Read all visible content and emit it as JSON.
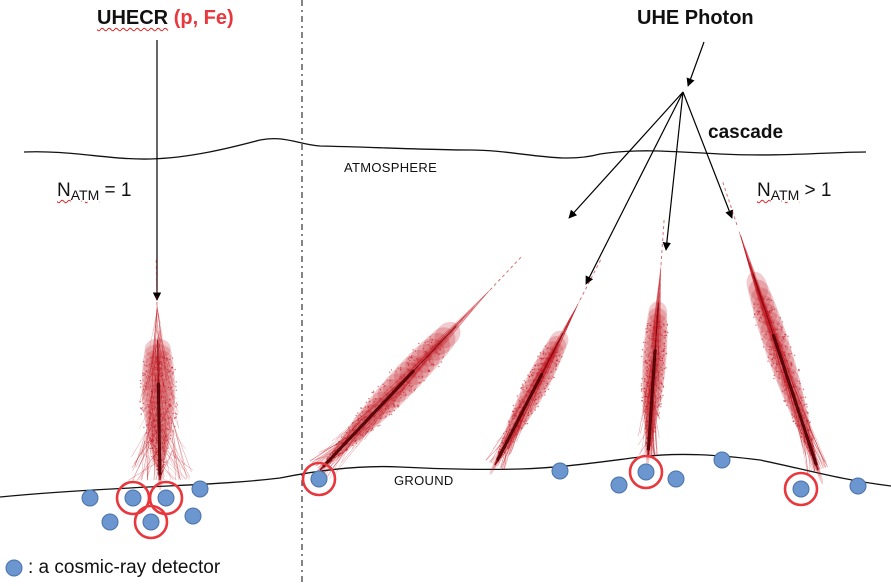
{
  "left_panel": {
    "title_main": "UHECR",
    "title_paren": "(p, Fe)",
    "natm_base": "N",
    "natm_sub": "ATM",
    "natm_rel": "= 1"
  },
  "right_panel": {
    "title": "UHE Photon",
    "cascade_label": "cascade",
    "natm_base": "N",
    "natm_sub": "ATM",
    "natm_rel": "> 1"
  },
  "atmosphere_label": "ATMOSPHERE",
  "ground_label": "GROUND",
  "legend": {
    "text": ": a cosmic-ray detector"
  },
  "colors": {
    "shower": "#c0101a",
    "shower_core": "#2a0000",
    "detector": "#6b96cf",
    "hit_ring": "#e8383d",
    "accent_red": "#e8383d"
  },
  "detectors": {
    "count_total": 15,
    "count_hit": 6
  }
}
